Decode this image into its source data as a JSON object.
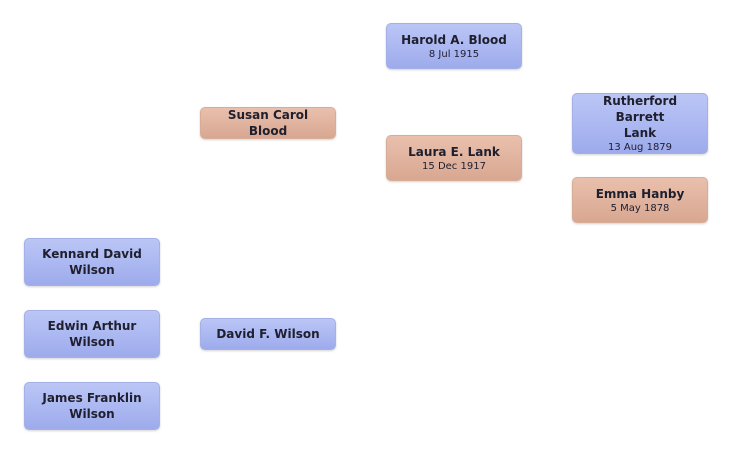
{
  "people": {
    "kennard": {
      "name": "Kennard David\nWilson",
      "sex": "male"
    },
    "edwin": {
      "name": "Edwin Arthur\nWilson",
      "sex": "male"
    },
    "james": {
      "name": "James Franklin\nWilson",
      "sex": "male"
    },
    "david": {
      "name": "David F.  Wilson",
      "sex": "male"
    },
    "susan": {
      "name": "Susan Carol  Blood",
      "sex": "female"
    },
    "harold": {
      "name": "Harold A.  Blood",
      "date": "8 Jul 1915",
      "sex": "male"
    },
    "laura": {
      "name": "Laura E.  Lank",
      "date": "15 Dec 1917",
      "sex": "female"
    },
    "rutherford": {
      "name": "Rutherford  Barrett\nLank",
      "date": "13 Aug 1879",
      "sex": "male"
    },
    "emma": {
      "name": "Emma  Hanby",
      "date": "5 May 1878",
      "sex": "female"
    }
  },
  "colors": {
    "male_box": "#a8b4ef",
    "female_box": "#deb09b",
    "background": "#ffffff"
  }
}
